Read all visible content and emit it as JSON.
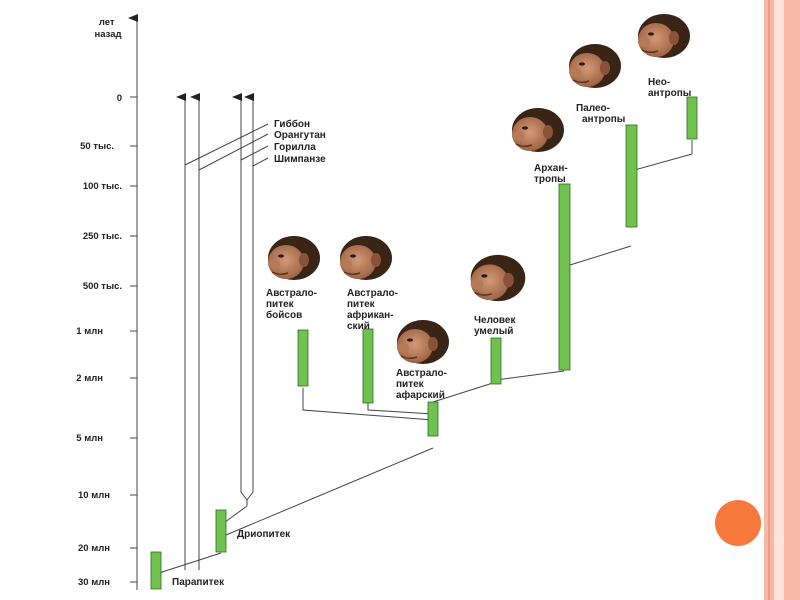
{
  "axis": {
    "title_line1": "лет",
    "title_line2": "назад",
    "ticks": [
      "0",
      "50 тыс.",
      "100 тыс.",
      "250 тыс.",
      "500 тыс.",
      "1 млн",
      "2 млн",
      "5 млн",
      "10 млн",
      "20 млн",
      "30 млн"
    ]
  },
  "apes": [
    "Гиббон",
    "Орангутан",
    "Горилла",
    "Шимпанзе"
  ],
  "nodes": {
    "parapithecus": "Парапитек",
    "dryopithecus": "Дриопитек",
    "boisei": [
      "Австрало-",
      "питек",
      "бойсов"
    ],
    "africanus": [
      "Австрало-",
      "питек",
      "африкан-",
      "ский"
    ],
    "afarensis": [
      "Австрало-",
      "питек",
      "афарский"
    ],
    "habilis": [
      "Человек",
      "умелый"
    ],
    "archanthropes": [
      "Архан-",
      "тропы"
    ],
    "paleoanthropes": [
      "Палео-",
      "антропы"
    ],
    "neoanthropes": [
      "Нео-",
      "антропы"
    ]
  },
  "icons": {
    "head": "hominid-head-icon"
  },
  "colors": {
    "bar_fill": "#6fc24f",
    "bar_stroke": "#2f6b1e",
    "frame": "#f6b9a6",
    "circle": "#f77a3c"
  }
}
